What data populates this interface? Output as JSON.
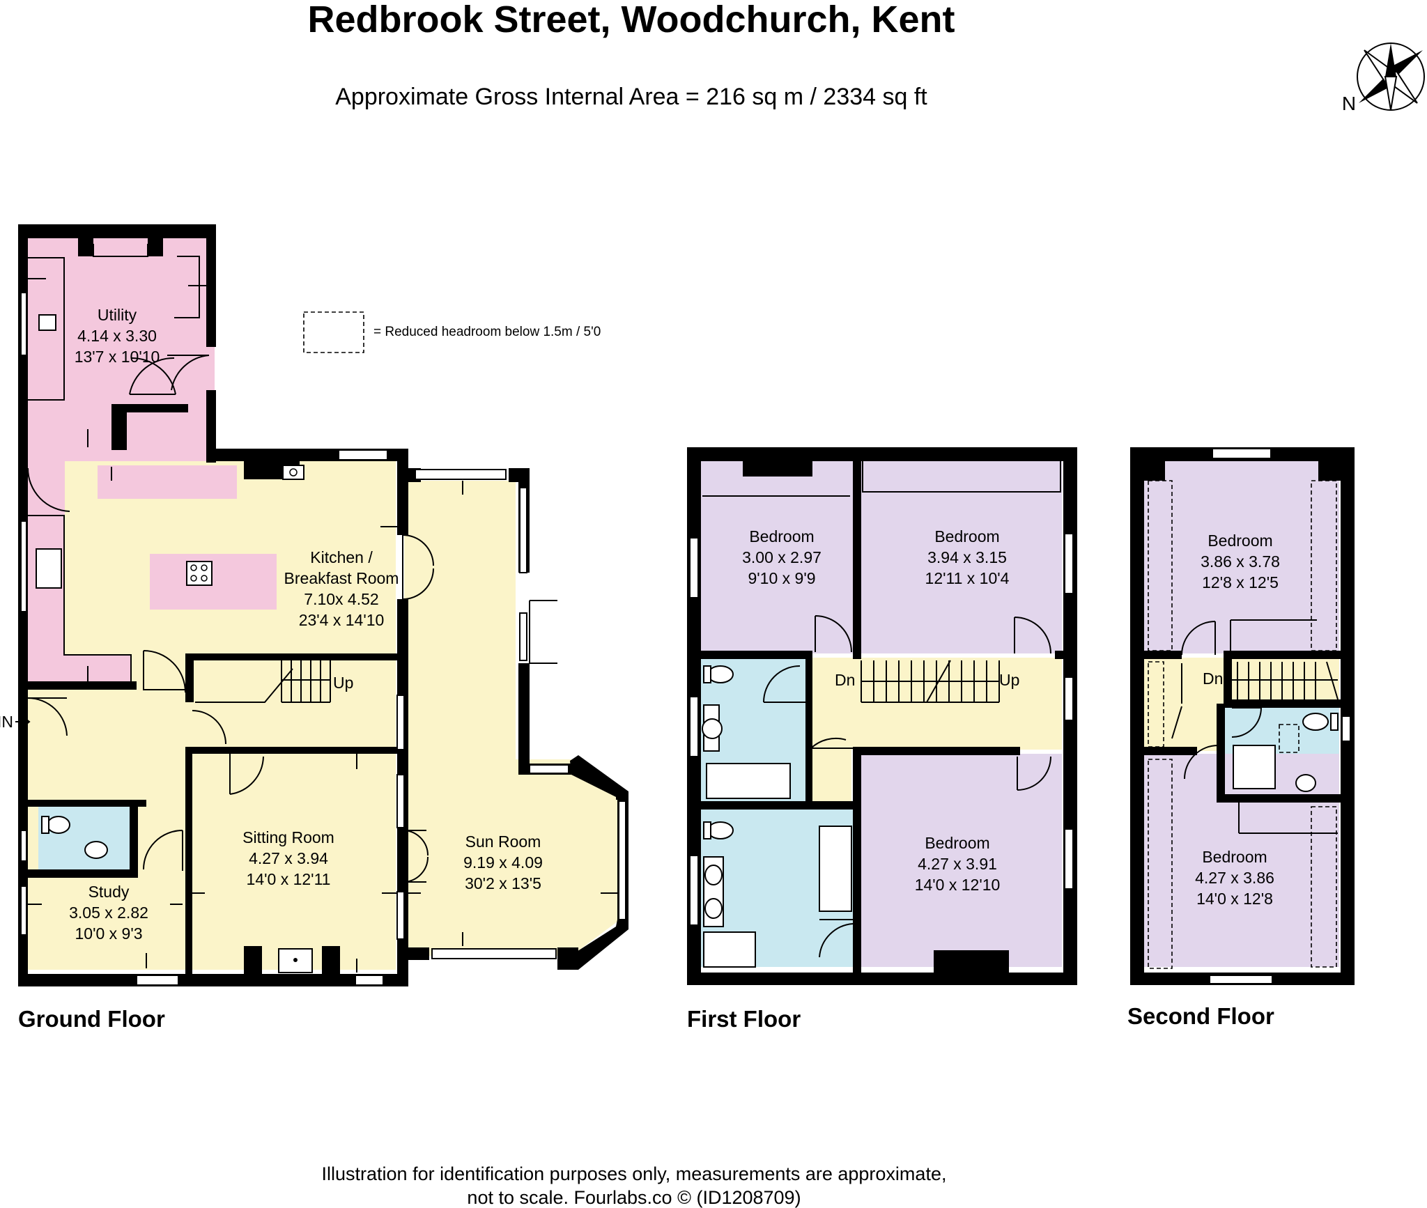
{
  "header": {
    "title": "Redbrook Street, Woodchurch, Kent",
    "area": "Approximate Gross Internal Area = 216 sq m / 2334 sq ft"
  },
  "compass": {
    "label": "N"
  },
  "legend": {
    "text": "= Reduced headroom below 1.5m / 5'0"
  },
  "entrance": {
    "label": "IN"
  },
  "colors": {
    "utility_pink": "#f4c8dd",
    "kitchen_yellow": "#fbf4c9",
    "bedroom_lilac": "#e2d6ec",
    "bathroom_blue": "#c9e8f0",
    "wall": "#000000"
  },
  "floors": {
    "ground": {
      "label": "Ground Floor",
      "rooms": [
        {
          "name": "Utility",
          "metric": "4.14 x 3.30",
          "imperial": "13'7 x 10'10"
        },
        {
          "name": "Kitchen /",
          "name2": "Breakfast Room",
          "metric": "7.10x 4.52",
          "imperial": "23'4 x 14'10"
        },
        {
          "name": "Sitting Room",
          "metric": "4.27 x 3.94",
          "imperial": "14'0 x 12'11"
        },
        {
          "name": "Sun Room",
          "metric": "9.19 x 4.09",
          "imperial": "30'2 x 13'5"
        },
        {
          "name": "Study",
          "metric": "3.05 x 2.82",
          "imperial": "10'0 x 9'3"
        }
      ],
      "stairs": {
        "up": "Up"
      }
    },
    "first": {
      "label": "First Floor",
      "rooms": [
        {
          "name": "Bedroom",
          "metric": "3.00 x 2.97",
          "imperial": "9'10 x 9'9"
        },
        {
          "name": "Bedroom",
          "metric": "3.94 x 3.15",
          "imperial": "12'11 x 10'4"
        },
        {
          "name": "Bedroom",
          "metric": "4.27 x 3.91",
          "imperial": "14'0 x 12'10"
        }
      ],
      "stairs": {
        "down": "Dn",
        "up": "Up"
      }
    },
    "second": {
      "label": "Second Floor",
      "rooms": [
        {
          "name": "Bedroom",
          "metric": "3.86 x 3.78",
          "imperial": "12'8 x 12'5"
        },
        {
          "name": "Bedroom",
          "metric": "4.27 x 3.86",
          "imperial": "14'0 x 12'8"
        }
      ],
      "stairs": {
        "down": "Dn"
      }
    }
  },
  "footer": {
    "line1": "Illustration for identification purposes only, measurements are approximate,",
    "line2": "not to scale. Fourlabs.co © (ID1208709)"
  }
}
